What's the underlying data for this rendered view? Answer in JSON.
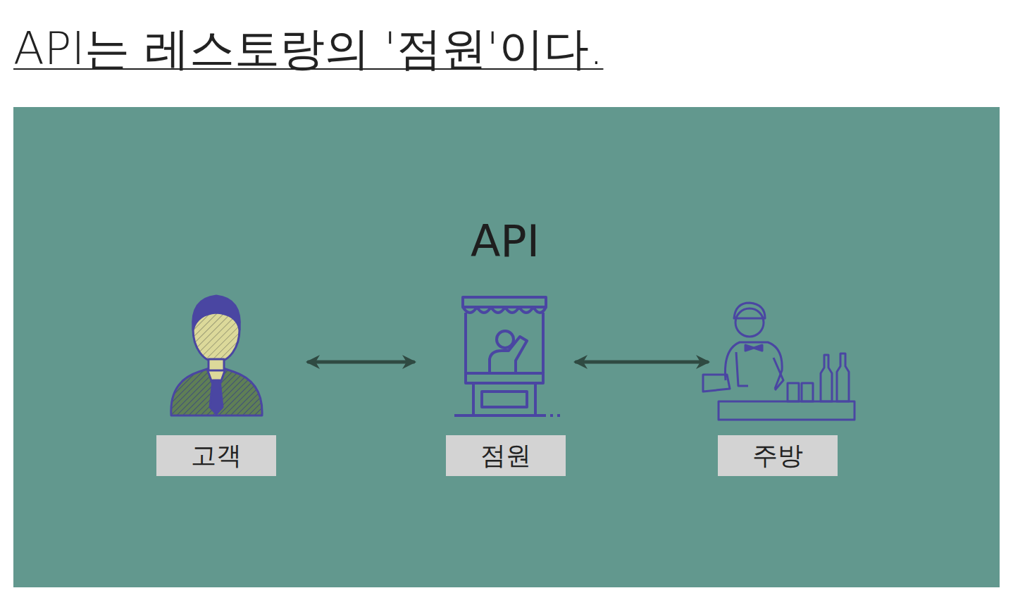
{
  "diagram": {
    "title": "API는 레스토랑의 '점원'이다.",
    "nodes": [
      {
        "text": [
          "고객"
        ]
      },
      {
        "text": [
          "점원"
        ]
      },
      {
        "text": [
          "주방"
        ]
      }
    ],
    "edges": [
      {
        "from": 0,
        "to": 1,
        "arrow": "both"
      },
      {
        "from": 1,
        "to": 2,
        "arrow": "both"
      }
    ],
    "labels": [
      "API"
    ]
  }
}
